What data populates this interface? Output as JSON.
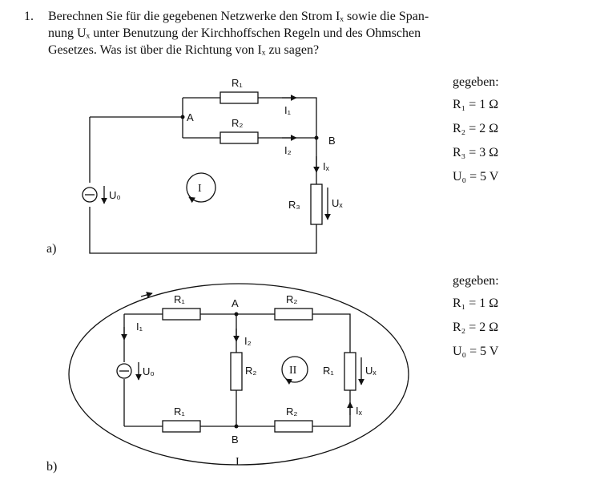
{
  "task": {
    "number": "1.",
    "line1": "Berechnen Sie für die gegebenen Netzwerke den Strom Iₓ sowie die Span-",
    "line2": "nung Uₓ unter Benutzung der Kirchhoffschen Regeln und des Ohmschen",
    "line3": "Gesetzes. Was ist über die Richtung von Iₓ zu sagen?"
  },
  "part_a": {
    "label": "a)",
    "given_title": "gegeben:",
    "given": [
      "R₁ = 1 Ω",
      "R₂ = 2 Ω",
      "R₃ = 3 Ω",
      "U₀ = 5 V"
    ],
    "labels": {
      "r1": "R₁",
      "r2": "R₂",
      "r3": "R₃",
      "i1": "I₁",
      "i2": "I₂",
      "ix": "Iₓ",
      "ux": "Uₓ",
      "u0": "U₀",
      "node_a": "A",
      "node_b": "B",
      "loop": "I"
    }
  },
  "part_b": {
    "label": "b)",
    "given_title": "gegeben:",
    "given": [
      "R₁ = 1 Ω",
      "R₂ = 2 Ω",
      "U₀ = 5 V"
    ],
    "labels": {
      "r1_top": "R₁",
      "r2_top": "R₂",
      "r1_bottom": "R₁",
      "r2_bottom": "R₂",
      "r2_mid": "R₂",
      "r1_right": "R₁",
      "i1": "I₁",
      "i2": "I₂",
      "ix": "Iₓ",
      "ux": "Uₓ",
      "u0": "U₀",
      "node_a": "A",
      "node_b": "B",
      "loop_inner": "II",
      "loop_outer": "I"
    }
  }
}
